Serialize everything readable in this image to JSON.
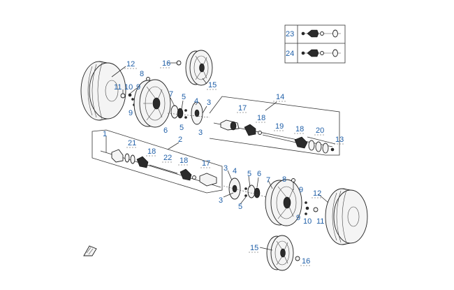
{
  "diagram": {
    "callouts": {
      "c1": "1",
      "c2": "2",
      "c3a": "3",
      "c3b": "3",
      "c3c": "3",
      "c3d": "3",
      "c4a": "4",
      "c4b": "4",
      "c5a": "5",
      "c5b": "5",
      "c5c": "5",
      "c5d": "5",
      "c6a": "6",
      "c6b": "6",
      "c7a": "7",
      "c7b": "7",
      "c8a": "8",
      "c8b": "8",
      "c9a": "9",
      "c9b": "9",
      "c9c": "9",
      "c9d": "9",
      "c10a": "10",
      "c10b": "10",
      "c11a": "11",
      "c11b": "11",
      "c12a": "12",
      "c12b": "12",
      "c13": "13",
      "c14": "14",
      "c15a": "15",
      "c15b": "15",
      "c16a": "16",
      "c16b": "16",
      "c17a": "17",
      "c17b": "17",
      "c18a": "18",
      "c18b": "18",
      "c18c": "18",
      "c18d": "18",
      "c19": "19",
      "c20": "20",
      "c21": "21",
      "c22": "22",
      "c23": "23",
      "c24": "24"
    }
  },
  "colors": {
    "callout": "#1f5fa8",
    "line": "#333333",
    "background": "#ffffff"
  }
}
